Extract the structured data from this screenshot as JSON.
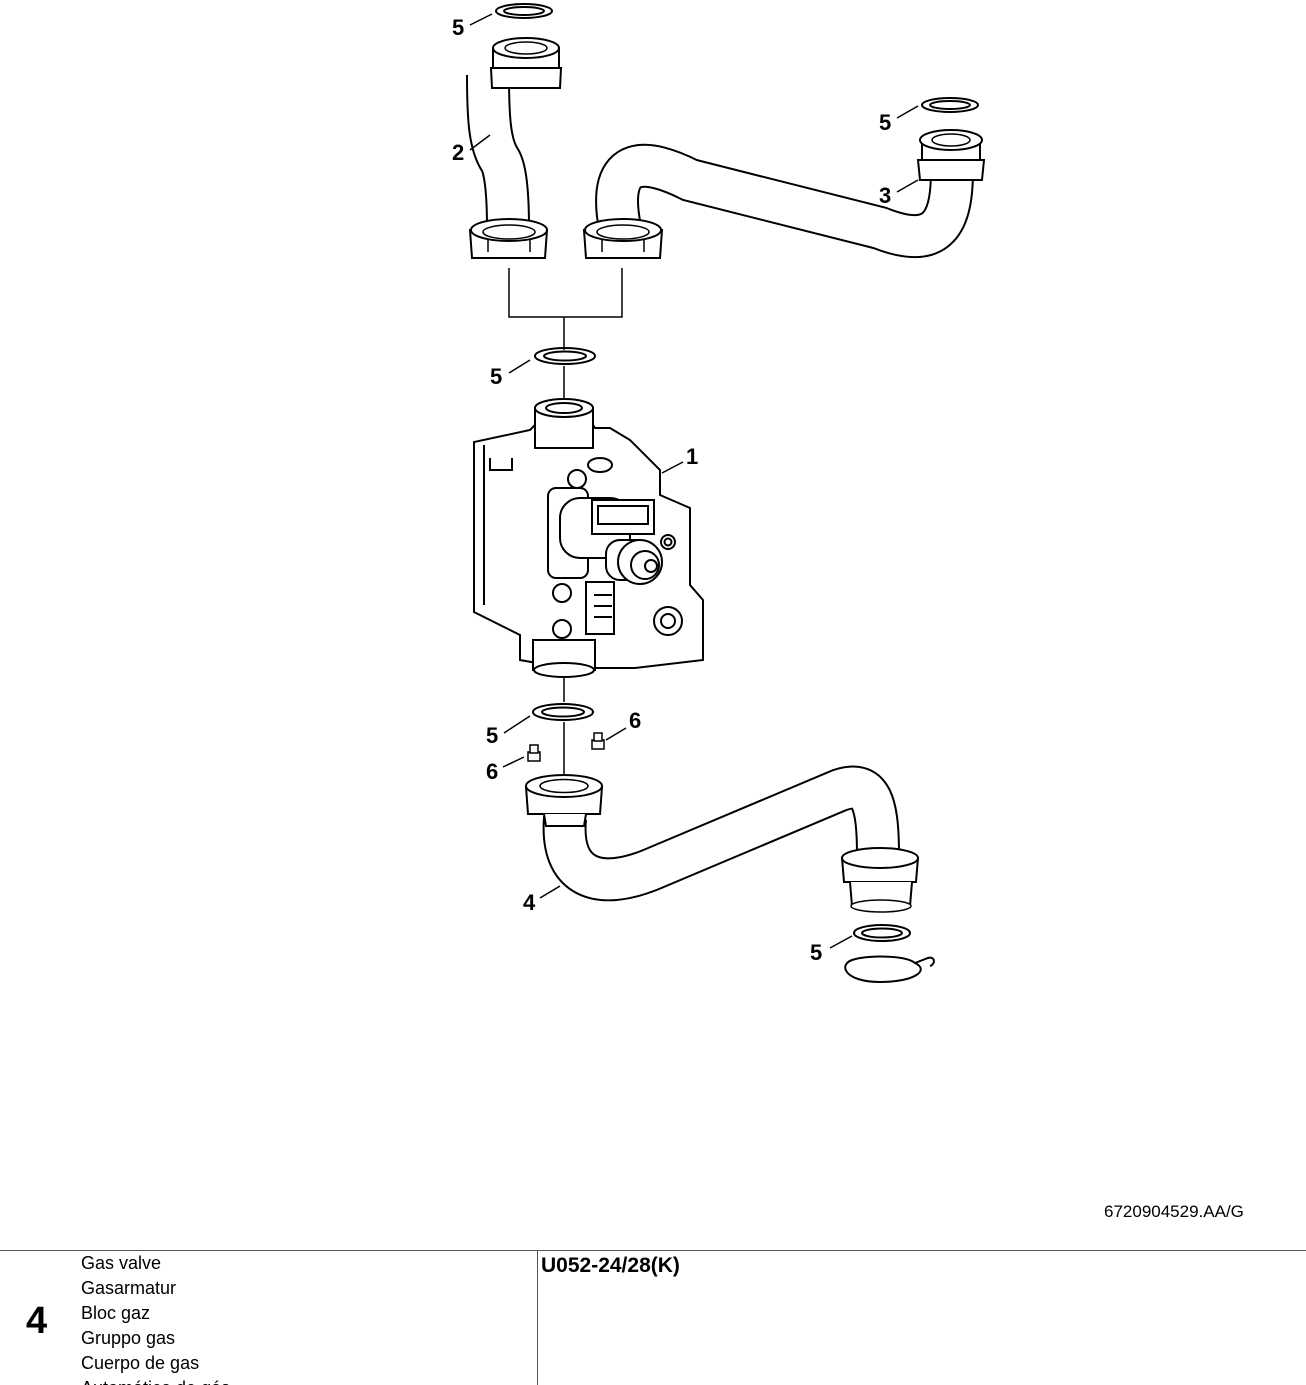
{
  "drawing": {
    "callouts": [
      {
        "id": "5a",
        "label": "5"
      },
      {
        "id": "2",
        "label": "2"
      },
      {
        "id": "5b",
        "label": "5"
      },
      {
        "id": "3",
        "label": "3"
      },
      {
        "id": "5c",
        "label": "5"
      },
      {
        "id": "1",
        "label": "1"
      },
      {
        "id": "5d",
        "label": "5"
      },
      {
        "id": "6a",
        "label": "6"
      },
      {
        "id": "6b",
        "label": "6"
      },
      {
        "id": "4",
        "label": "4"
      },
      {
        "id": "5e",
        "label": "5"
      }
    ],
    "drawing_id": "6720904529.AA/G"
  },
  "footer": {
    "section_number": "4",
    "part_names": [
      "Gas valve",
      "Gasarmatur",
      "Bloc gaz",
      "Gruppo gas",
      "Cuerpo de gas",
      "Automático de gás"
    ],
    "model_code": "U052-24/28(K)"
  }
}
